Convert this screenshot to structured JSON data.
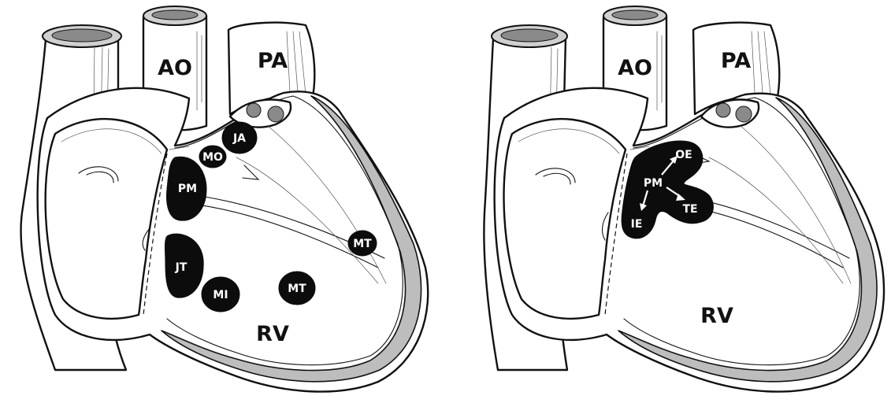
{
  "left_heart": {
    "vessel_labels": {
      "aorta": "AO",
      "pulmonary_artery": "PA",
      "ventricle": "RV"
    },
    "sites": [
      {
        "id": "ja",
        "label": "JA"
      },
      {
        "id": "mo",
        "label": "MO"
      },
      {
        "id": "pm",
        "label": "PM"
      },
      {
        "id": "jt",
        "label": "JT"
      },
      {
        "id": "mi",
        "label": "MI"
      },
      {
        "id": "mt-inner",
        "label": "MT"
      },
      {
        "id": "mt-outer",
        "label": "MT"
      }
    ]
  },
  "right_heart": {
    "vessel_labels": {
      "aorta": "AO",
      "pulmonary_artery": "PA",
      "ventricle": "RV"
    },
    "center_site": "PM",
    "extensions": [
      {
        "id": "oe",
        "label": "OE"
      },
      {
        "id": "te",
        "label": "TE"
      },
      {
        "id": "ie",
        "label": "IE"
      }
    ]
  }
}
